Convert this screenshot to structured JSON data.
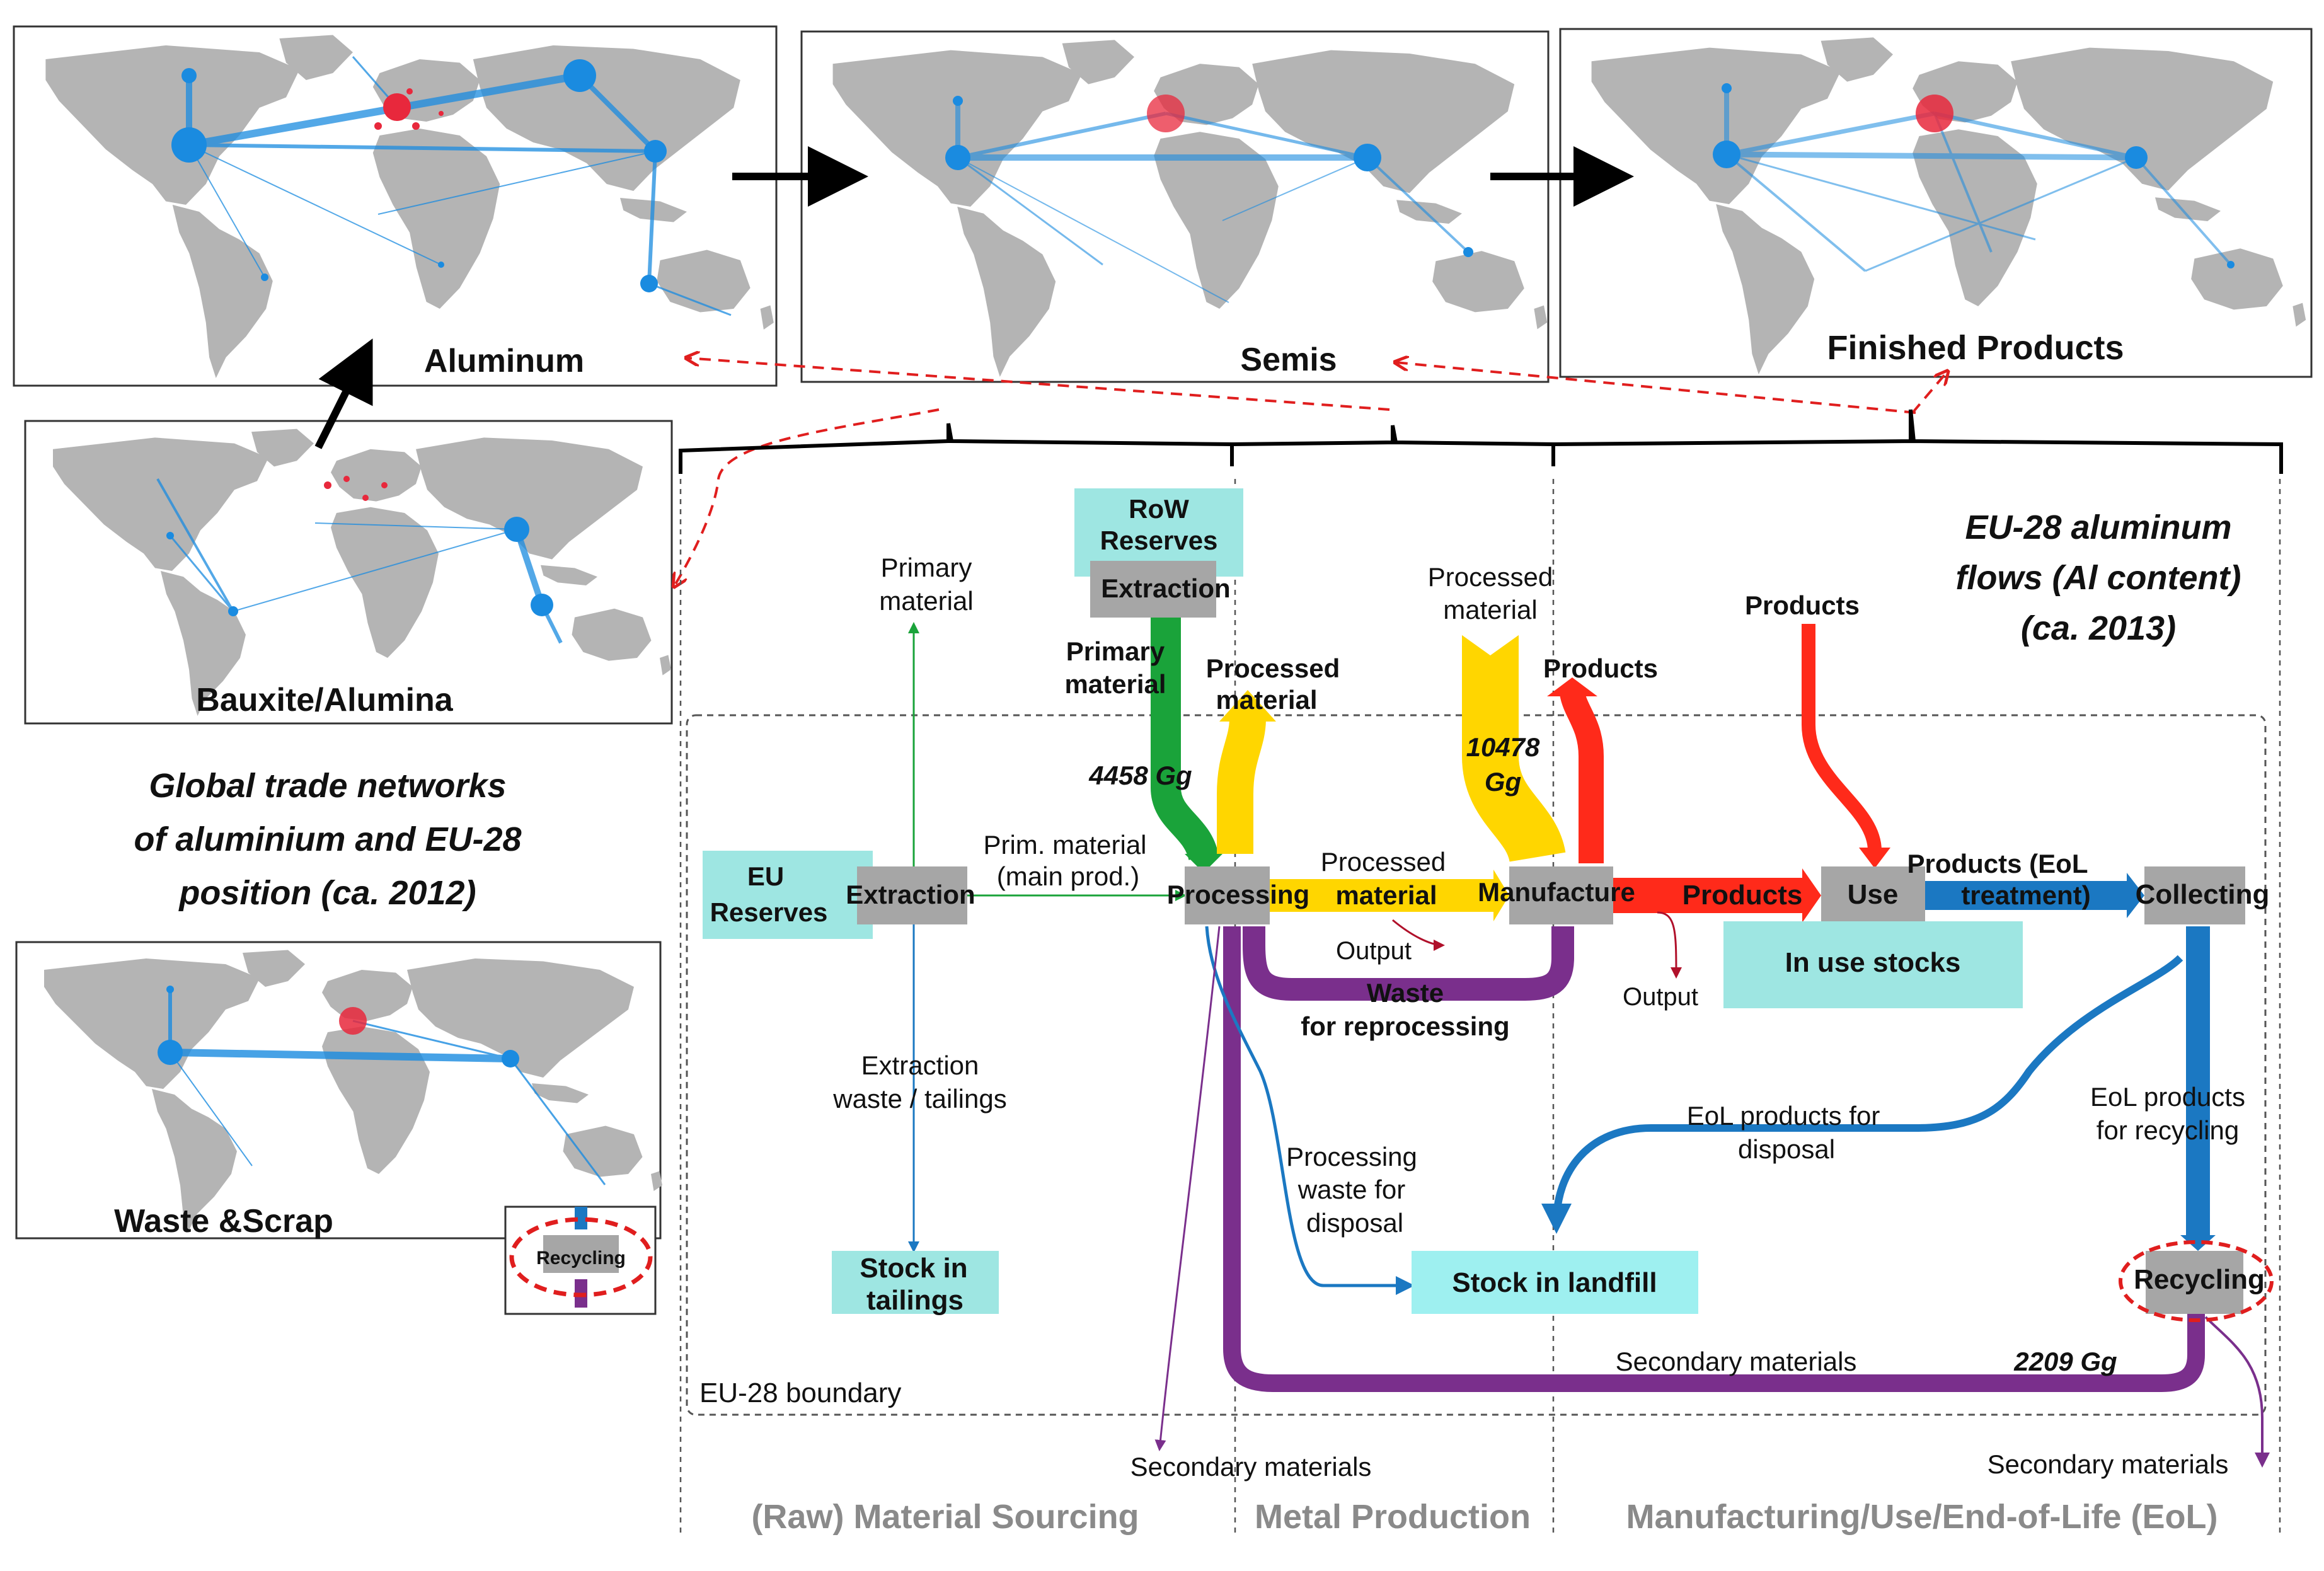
{
  "maps": {
    "aluminum": "Aluminum",
    "semis": "Semis",
    "finished": "Finished Products",
    "bauxite": "Bauxite/Alumina",
    "waste": "Waste &Scrap",
    "inset_recycling": "Recycling"
  },
  "global_caption": {
    "line1": "Global trade networks",
    "line2": "of aluminium and EU-28",
    "line3": "position (ca. 2012)"
  },
  "eu_title": {
    "line1": "EU-28 aluminum",
    "line2": "flows (Al content)",
    "line3": "(ca. 2013)"
  },
  "boundary_label": "EU-28 boundary",
  "phases": {
    "sourcing": "(Raw) Material Sourcing",
    "production": "Metal Production",
    "manufacturing": "Manufacturing/Use/End-of-Life (EoL)"
  },
  "nodes": {
    "row_reserves_1": "RoW",
    "row_reserves_2": "Reserves",
    "row_extraction": "Extraction",
    "eu_reserves_1": "EU",
    "eu_reserves_2": "Reserves",
    "eu_extraction": "Extraction",
    "processing": "Processing",
    "manufacture": "Manufacture",
    "use": "Use",
    "collecting": "Collecting",
    "in_use_stocks": "In use stocks",
    "stock_in_tailings_1": "Stock in",
    "stock_in_tailings_2": "tailings",
    "stock_in_landfill": "Stock in landfill",
    "recycling": "Recycling"
  },
  "flows": {
    "primary_material_top_1": "Primary",
    "primary_material_top_2": "material",
    "primary_material_1": "Primary",
    "primary_material_2": "material",
    "processed_material_in_1": "Processed",
    "processed_material_in_2": "material",
    "processed_material_mfg_1": "Processed",
    "processed_material_mfg_2": "material",
    "products_export": "Products",
    "products_import": "Products",
    "value_4458": "4458 Gg",
    "value_10478_1": "10478",
    "value_10478_2": "Gg",
    "prim_main_1": "Prim. material",
    "prim_main_2": "(main prod.)",
    "processed_material_mid_1": "Processed",
    "processed_material_mid_2": "material",
    "products_mid": "Products",
    "products_eol_1": "Products (EoL",
    "products_eol_2": "treatment)",
    "output_1": "Output",
    "output_2": "Output",
    "waste_reprocessing_1": "Waste",
    "waste_reprocessing_2": "for reprocessing",
    "extraction_waste_1": "Extraction",
    "extraction_waste_2": "waste / tailings",
    "processing_waste_1": "Processing",
    "processing_waste_2": "waste for",
    "processing_waste_3": "disposal",
    "eol_disposal_1": "EoL products for",
    "eol_disposal_2": "disposal",
    "eol_recycling_1": "EoL products",
    "eol_recycling_2": "for recycling",
    "secondary_materials_main": "Secondary materials",
    "value_2209": "2209 Gg",
    "secondary_materials_left": "Secondary materials",
    "secondary_materials_right": "Secondary materials"
  },
  "colors": {
    "eu_red": "#e8283c",
    "row_blue": "#1a8be0",
    "land_grey": "#b4b4b4",
    "green_primary": "#1aa33a",
    "yellow_processed": "#ffd600",
    "red_products": "#ff2a1a",
    "blue_eol": "#1b78c2",
    "purple_secondary": "#7a2f8c",
    "box_teal": "#9ee6e2",
    "box_grey": "#a6a6a6"
  }
}
